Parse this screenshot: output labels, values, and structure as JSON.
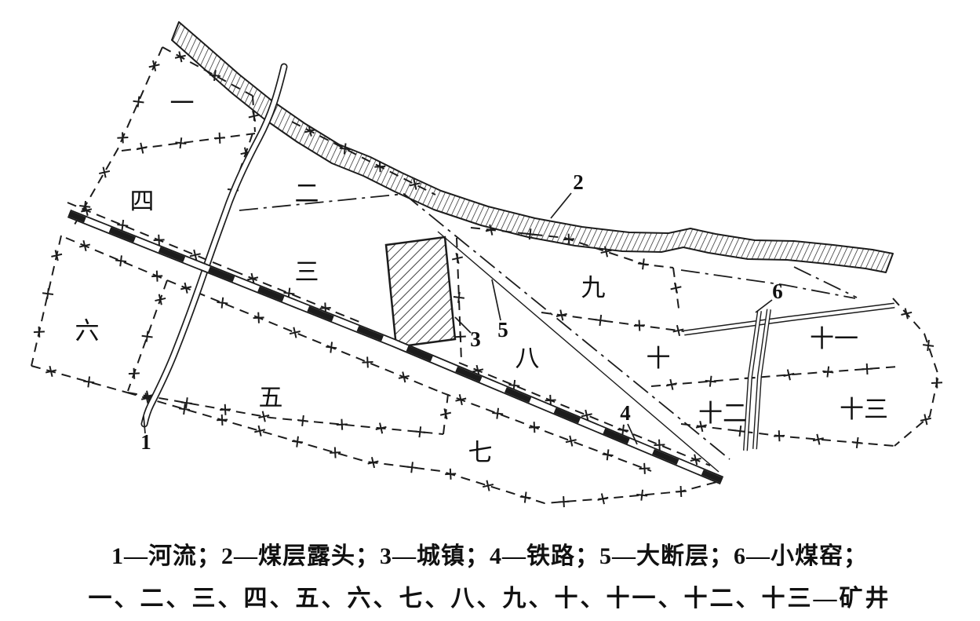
{
  "figure": {
    "background": "#ffffff",
    "ink": "#1c1c1c"
  },
  "caption": {
    "line1": "1—河流；2—煤层露头；3—城镇；4—铁路；5—大断层；6—小煤窑；",
    "line2": "一、二、三、四、五、六、七、八、九、十、十一、十二、十三—矿井"
  },
  "regions": [
    {
      "id": "mine-1",
      "label": "一"
    },
    {
      "id": "mine-2",
      "label": "二"
    },
    {
      "id": "mine-3",
      "label": "三"
    },
    {
      "id": "mine-4",
      "label": "四"
    },
    {
      "id": "mine-5",
      "label": "五"
    },
    {
      "id": "mine-6",
      "label": "六"
    },
    {
      "id": "mine-7",
      "label": "七"
    },
    {
      "id": "mine-8",
      "label": "八"
    },
    {
      "id": "mine-9",
      "label": "九"
    },
    {
      "id": "mine-10",
      "label": "十"
    },
    {
      "id": "mine-11",
      "label": "十一"
    },
    {
      "id": "mine-12",
      "label": "十二"
    },
    {
      "id": "mine-13",
      "label": "十三"
    }
  ],
  "features": [
    {
      "id": "river",
      "num": "1"
    },
    {
      "id": "coal-outcrop",
      "num": "2"
    },
    {
      "id": "town",
      "num": "3"
    },
    {
      "id": "railway",
      "num": "4"
    },
    {
      "id": "major-fault",
      "num": "5"
    },
    {
      "id": "small-coal-kiln",
      "num": "6"
    }
  ]
}
